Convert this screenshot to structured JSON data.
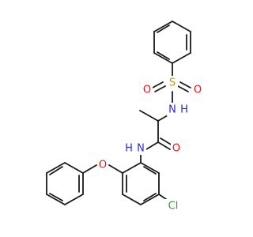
{
  "molecule": {
    "atom_labels": {
      "sulfonyl_o_left": "O",
      "sulfonyl_s": "S",
      "sulfonyl_o_right": "O",
      "sulfonamide_n": "N",
      "sulfonamide_h": "H",
      "amide_n": "N",
      "amide_h": "H",
      "carbonyl_o": "O",
      "ether_o": "O",
      "chlorine": "Cl"
    },
    "colors": {
      "bond": "#1a1a1a",
      "nitrogen": "#2b2bd4",
      "oxygen": "#e31a1a",
      "sulfur": "#b3a100",
      "chlorine": "#2e9e2e"
    }
  }
}
